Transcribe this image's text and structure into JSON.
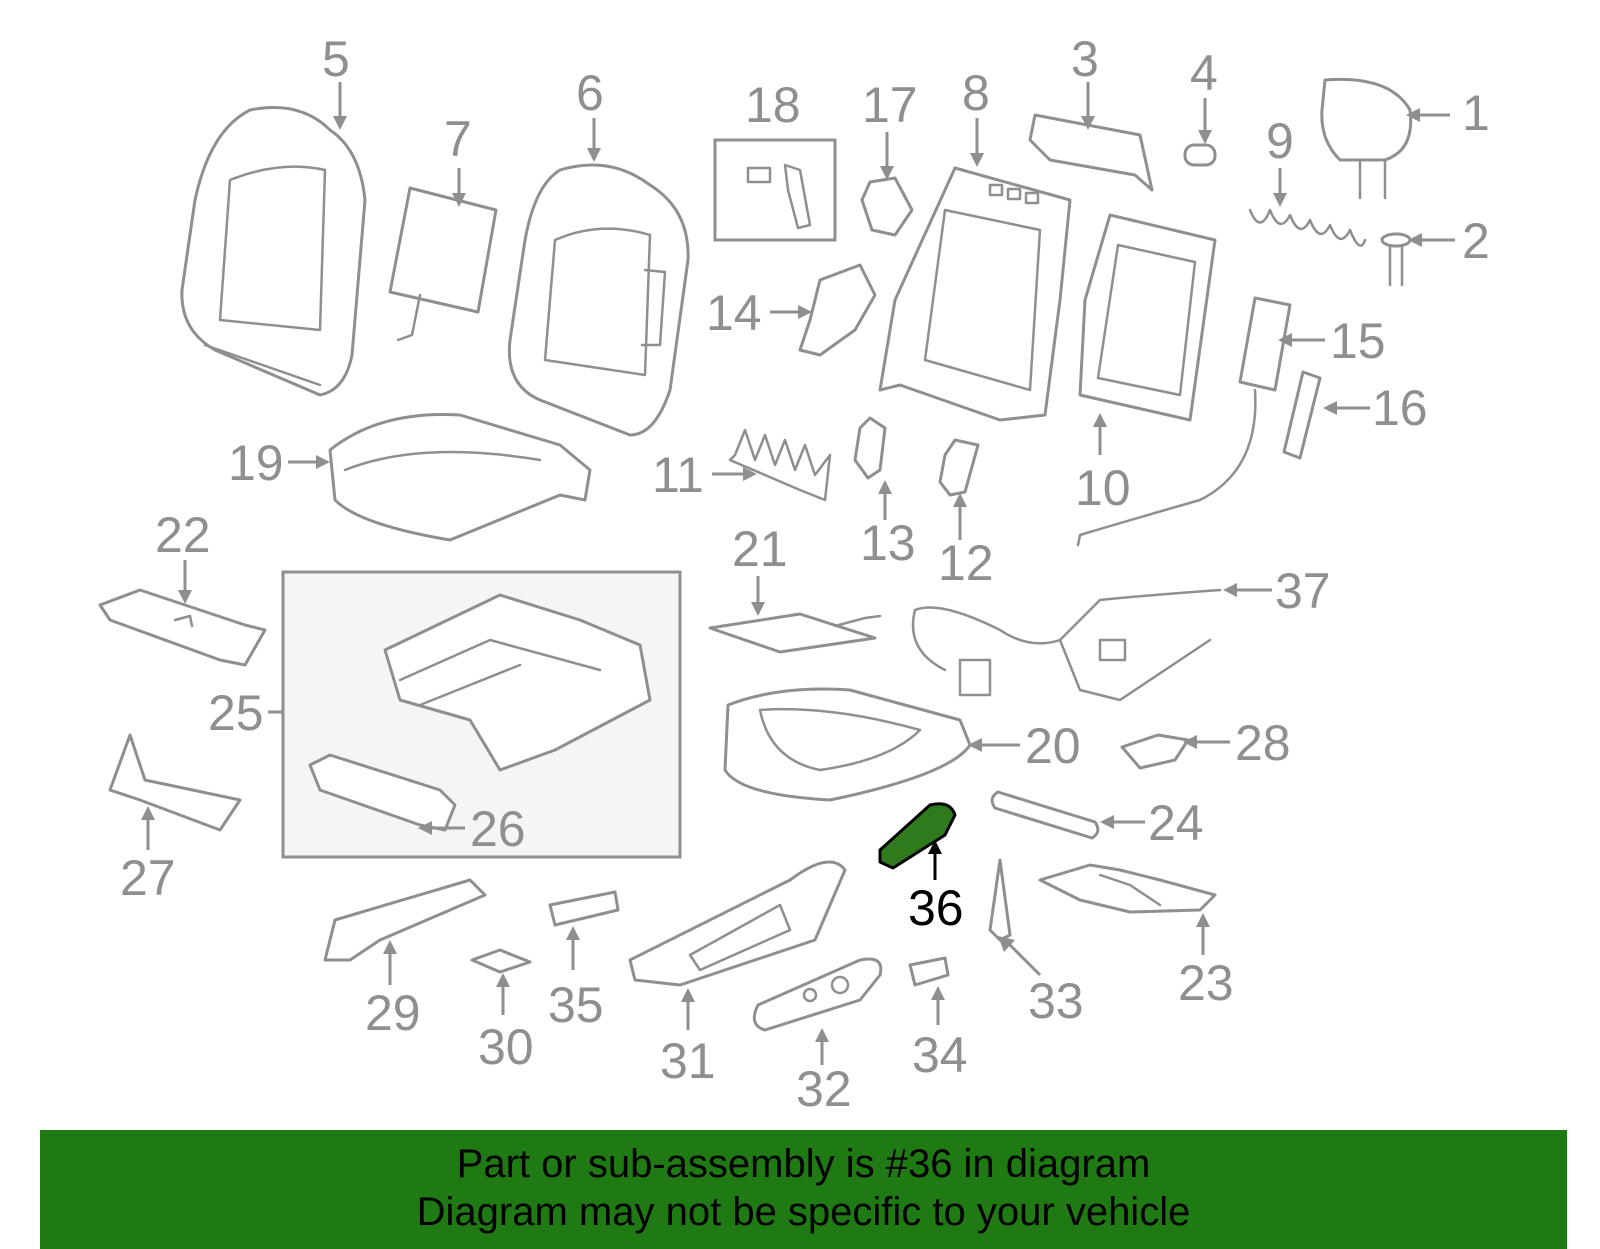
{
  "diagram": {
    "highlighted_part": "36",
    "labels": {
      "p1": "1",
      "p2": "2",
      "p3": "3",
      "p4": "4",
      "p5": "5",
      "p6": "6",
      "p7": "7",
      "p8": "8",
      "p9": "9",
      "p10": "10",
      "p11": "11",
      "p12": "12",
      "p13": "13",
      "p14": "14",
      "p15": "15",
      "p16": "16",
      "p17": "17",
      "p18": "18",
      "p19": "19",
      "p20": "20",
      "p21": "21",
      "p22": "22",
      "p23": "23",
      "p24": "24",
      "p25": "25",
      "p26": "26",
      "p27": "27",
      "p28": "28",
      "p29": "29",
      "p30": "30",
      "p31": "31",
      "p32": "32",
      "p33": "33",
      "p34": "34",
      "p35": "35",
      "p36": "36",
      "p37": "37"
    },
    "colors": {
      "line": "#8f8f8f",
      "highlight": "#2e7a1c",
      "banner": "#1f7a14"
    }
  },
  "banner": {
    "line1": "Part or sub-assembly is #36 in diagram",
    "line2": "Diagram may not be specific to your vehicle"
  }
}
